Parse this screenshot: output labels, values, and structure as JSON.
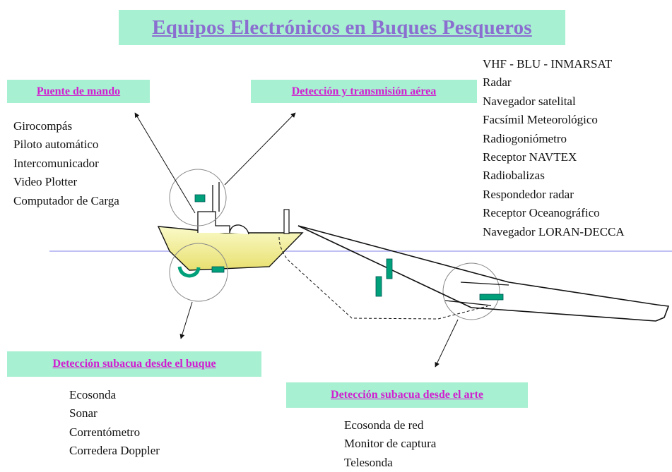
{
  "title": "Equipos Electrónicos en Buques Pesqueros",
  "colors": {
    "label_bg": "#a8f0d2",
    "label_text": "#d01ed0",
    "title_text": "#8b6fd0",
    "waterline": "#9a9aee",
    "hull_fill_top": "#fafac8",
    "hull_fill_bottom": "#e8e070",
    "equipment_green": "#00a07a"
  },
  "groups": {
    "puente": {
      "label": "Puente de mando",
      "items": [
        "Girocompás",
        "Piloto automático",
        "Intercomunicador",
        "Video Plotter",
        "Computador de Carga"
      ]
    },
    "aerea": {
      "label": "Detección y transmisión aérea",
      "items": [
        "VHF - BLU - INMARSAT",
        "Radar",
        "Navegador satelital",
        "Facsímil Meteorológico",
        "Radiogoniómetro",
        "Receptor NAVTEX",
        "Radiobalizas",
        "Respondedor radar",
        "Receptor Oceanográfico",
        "Navegador LORAN-DECCA"
      ]
    },
    "buque": {
      "label": "Detección subacua desde el buque",
      "items": [
        "Ecosonda",
        "Sonar",
        "Correntómetro",
        "Corredera Doppler"
      ]
    },
    "arte": {
      "label": "Detección subacua desde el arte",
      "items": [
        "Ecosonda de red",
        "Monitor de captura",
        "Telesonda"
      ]
    }
  }
}
